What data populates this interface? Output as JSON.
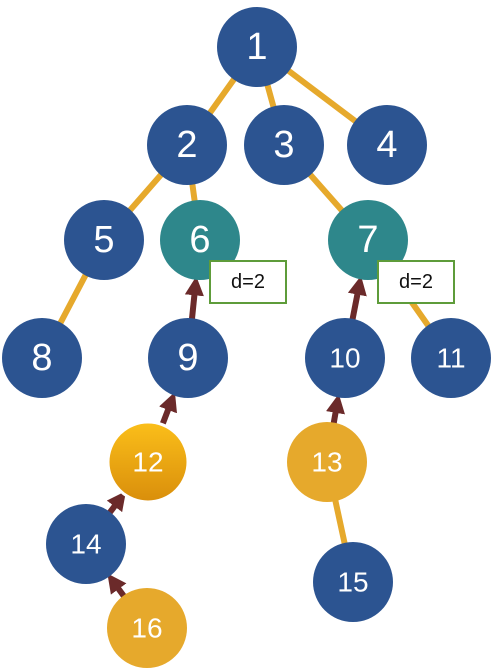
{
  "tree": {
    "nodes": [
      {
        "id": "1",
        "label": "1",
        "style": "blue"
      },
      {
        "id": "2",
        "label": "2",
        "style": "blue"
      },
      {
        "id": "3",
        "label": "3",
        "style": "blue"
      },
      {
        "id": "4",
        "label": "4",
        "style": "blue"
      },
      {
        "id": "5",
        "label": "5",
        "style": "blue"
      },
      {
        "id": "6",
        "label": "6",
        "style": "teal"
      },
      {
        "id": "7",
        "label": "7",
        "style": "teal"
      },
      {
        "id": "8",
        "label": "8",
        "style": "blue"
      },
      {
        "id": "9",
        "label": "9",
        "style": "blue"
      },
      {
        "id": "10",
        "label": "10",
        "style": "blue"
      },
      {
        "id": "11",
        "label": "11",
        "style": "blue"
      },
      {
        "id": "12",
        "label": "12",
        "style": "gold-highlight"
      },
      {
        "id": "13",
        "label": "13",
        "style": "gold"
      },
      {
        "id": "14",
        "label": "14",
        "style": "blue"
      },
      {
        "id": "15",
        "label": "15",
        "style": "blue"
      },
      {
        "id": "16",
        "label": "16",
        "style": "gold"
      }
    ],
    "tree_edges": [
      [
        "1",
        "2"
      ],
      [
        "1",
        "3"
      ],
      [
        "1",
        "4"
      ],
      [
        "2",
        "5"
      ],
      [
        "2",
        "6"
      ],
      [
        "3",
        "7"
      ],
      [
        "5",
        "8"
      ],
      [
        "7",
        "11"
      ],
      [
        "13",
        "15"
      ]
    ],
    "arrows": [
      {
        "from": "16",
        "to": "14"
      },
      {
        "from": "14",
        "to": "12"
      },
      {
        "from": "12",
        "to": "9"
      },
      {
        "from": "9",
        "to": "6"
      },
      {
        "from": "13",
        "to": "10"
      },
      {
        "from": "10",
        "to": "7"
      }
    ],
    "distance_labels": [
      {
        "node": "6",
        "text": "d=2"
      },
      {
        "node": "7",
        "text": "d=2"
      }
    ]
  },
  "colors": {
    "blue_fill": "#2c5491",
    "teal_fill": "#2e878b",
    "gold_fill": "#e6a92c",
    "gold_highlight_top": "#fbbf1a",
    "gold_highlight_bottom": "#d98e0b",
    "tree_edge": "#e6a92c",
    "arrow": "#6b2a2a",
    "label_box_border": "#5e9c3a"
  }
}
